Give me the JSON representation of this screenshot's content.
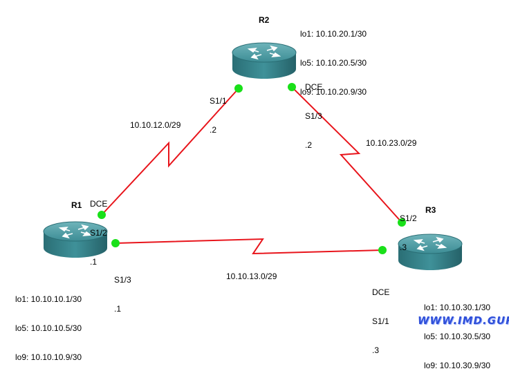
{
  "routers": {
    "r1": {
      "name": "R1",
      "loopbacks": [
        "lo1: 10.10.10.1/30",
        "lo5: 10.10.10.5/30",
        "lo9: 10.10.10.9/30"
      ]
    },
    "r2": {
      "name": "R2",
      "loopbacks": [
        "lo1: 10.10.20.1/30",
        "lo5: 10.10.20.5/30",
        "lo9: 10.10.20.9/30"
      ]
    },
    "r3": {
      "name": "R3",
      "loopbacks": [
        "lo1: 10.10.30.1/30",
        "lo5: 10.10.30.5/30",
        "lo9: 10.10.30.9/30"
      ]
    }
  },
  "interfaces": {
    "r1_s12": {
      "dce": "DCE",
      "name": "S1/2",
      "ip": ".1"
    },
    "r1_s13": {
      "name": "S1/3",
      "ip": ".1"
    },
    "r2_s11": {
      "name": "S1/1",
      "ip": ".2"
    },
    "r2_s13": {
      "dce": "DCE",
      "name": "S1/3",
      "ip": ".2"
    },
    "r3_s12": {
      "name": "S1/2",
      "ip": ".3"
    },
    "r3_s11": {
      "dce": "DCE",
      "name": "S1/1",
      "ip": ".3"
    }
  },
  "networks": {
    "r1_r2": "10.10.12.0/29",
    "r2_r3": "10.10.23.0/29",
    "r1_r3": "10.10.13.0/29"
  },
  "watermark": "WWW.IMD.GURU",
  "colors": {
    "link": "#e8141b",
    "port": "#19e019",
    "router_body": "#2d7f86",
    "router_top": "#4a9ba2"
  }
}
